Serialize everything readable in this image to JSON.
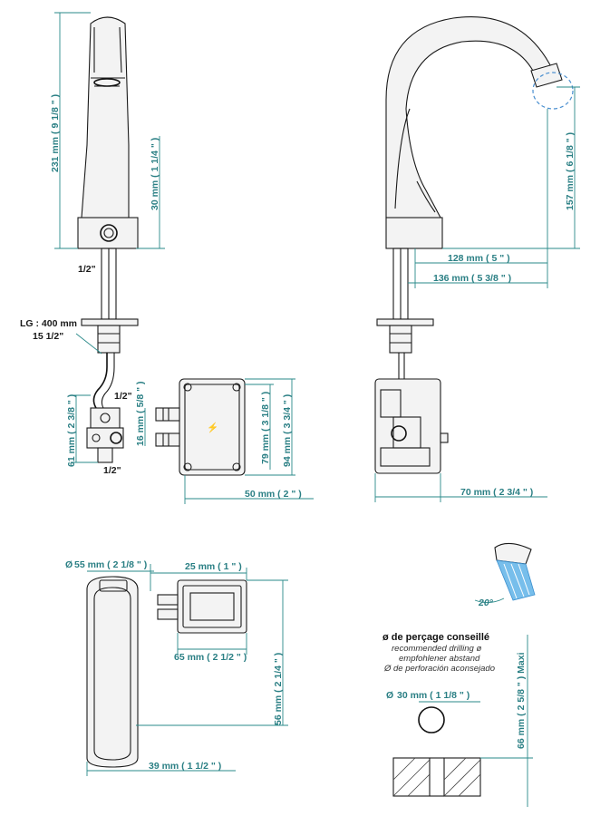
{
  "dimensions": {
    "front_height": "231 mm ( 9 1/8 \" )",
    "front_spout": "30 mm ( 1 1/4 \" )",
    "thread": "1/2\"",
    "hose_length_1": "LG : 400 mm",
    "hose_length_2": "15 1/2\"",
    "valve_thread_top": "1/2\"",
    "valve_thread_bottom": "1/2\"",
    "valve_height": "61 mm ( 2 3/8 \" )",
    "pipe_spacing": "16 mm ( 5/8 \" )",
    "box_inner_height": "79 mm ( 3 1/8 \" )",
    "box_height": "94 mm ( 3 3/4 \" )",
    "box_width": "50 mm ( 2 \" )",
    "side_height": "157 mm ( 6 1/8 \" )",
    "side_reach_1": "128 mm ( 5 \" )",
    "side_reach_2": "136 mm ( 5 3/8 \" )",
    "side_depth": "70 mm ( 2 3/4 \" )",
    "base_diameter": "55 mm ( 2 1/8 \" )",
    "top_box_depth": "25 mm ( 1 \" )",
    "top_box_width": "65 mm ( 2 1/2 \" )",
    "top_spout_length": "56 mm ( 2 1/4 \" )",
    "top_width": "39 mm ( 1 1/2 \" )",
    "spray_angle": "20°",
    "hole_diameter": "30 mm ( 1 1/8 \" )",
    "deck_thickness": "66 mm ( 2 5/8 \" ) Maxi"
  },
  "symbols": {
    "diameter_1": "Ø",
    "diameter_2": "Ø"
  },
  "drilling": {
    "title": "ø de perçage conseillé",
    "en": "recommended drilling ø",
    "de": "empfohlener abstand",
    "es": "Ø de perforación aconsejado"
  },
  "colors": {
    "dimension": "#2a8a8a",
    "outline": "#1a1a1a",
    "highlight": "#4a8fd0",
    "spray": "#5fb3e8"
  }
}
